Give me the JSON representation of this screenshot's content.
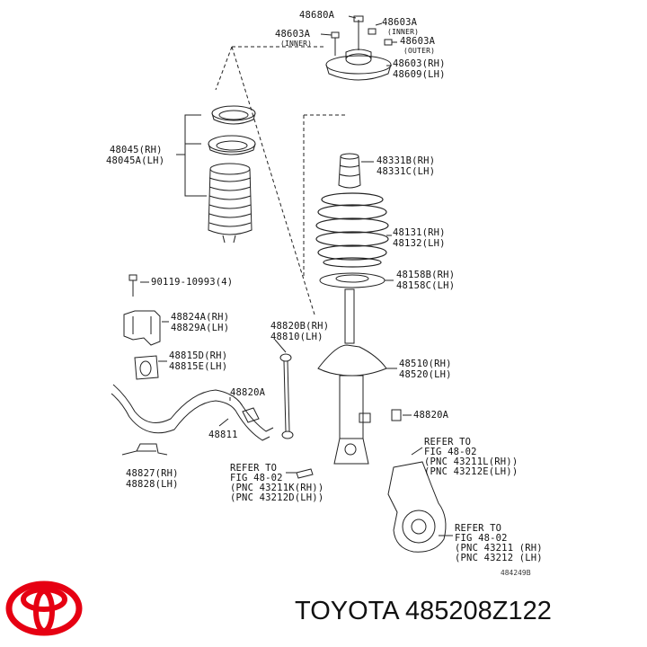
{
  "labels": {
    "p48680a": "48680A",
    "p48603a_inner": "48603A",
    "p48603a_inner_note": "(INNER)",
    "p48603a_left": "48603A",
    "p48603a_left_note": "(INNER)",
    "p48603a_outer": "48603A",
    "p48603a_outer_note": "(OUTER)",
    "p48603_rh": "48603(RH)",
    "p48609_lh": "48609(LH)",
    "p48045_rh": "48045(RH)",
    "p48045a_lh": "48045A(LH)",
    "p48331b_rh": "48331B(RH)",
    "p48331c_lh": "48331C(LH)",
    "p48131_rh": "48131(RH)",
    "p48132_lh": "48132(LH)",
    "p48158b_rh": "48158B(RH)",
    "p48158c_lh": "48158C(LH)",
    "p90119": "90119-10993(4)",
    "p48824a_rh": "48824A(RH)",
    "p48829a_lh": "48829A(LH)",
    "p48820b_rh": "48820B(RH)",
    "p48810_lh": "48810(LH)",
    "p48815d_rh": "48815D(RH)",
    "p48815e_lh": "48815E(LH)",
    "p48510_rh": "48510(RH)",
    "p48520_lh": "48520(LH)",
    "p48820a_mid": "48820A",
    "p48820a_right": "48820A",
    "p48811": "48811",
    "p48827_rh": "48827(RH)",
    "p48828_lh": "48828(LH)",
    "ref1_l1": "REFER TO",
    "ref1_l2": "FIG 48-02",
    "ref1_l3": "(PNC 43211L(RH))",
    "ref1_l4": "(PNC 43212E(LH))",
    "ref2_l1": "REFER TO",
    "ref2_l2": "FIG 48-02",
    "ref2_l3": "(PNC 43211K(RH))",
    "ref2_l4": "(PNC 43212D(LH))",
    "ref3_l1": "REFER TO",
    "ref3_l2": "FIG 48-02",
    "ref3_l3": "(PNC 43211 (RH)",
    "ref3_l4": "(PNC 43212 (LH)",
    "drawing_code": "484249B"
  },
  "footer": {
    "brand_part": "TOYOTA 485208Z122"
  },
  "colors": {
    "logo_red": "#e60012",
    "line": "#222222"
  }
}
